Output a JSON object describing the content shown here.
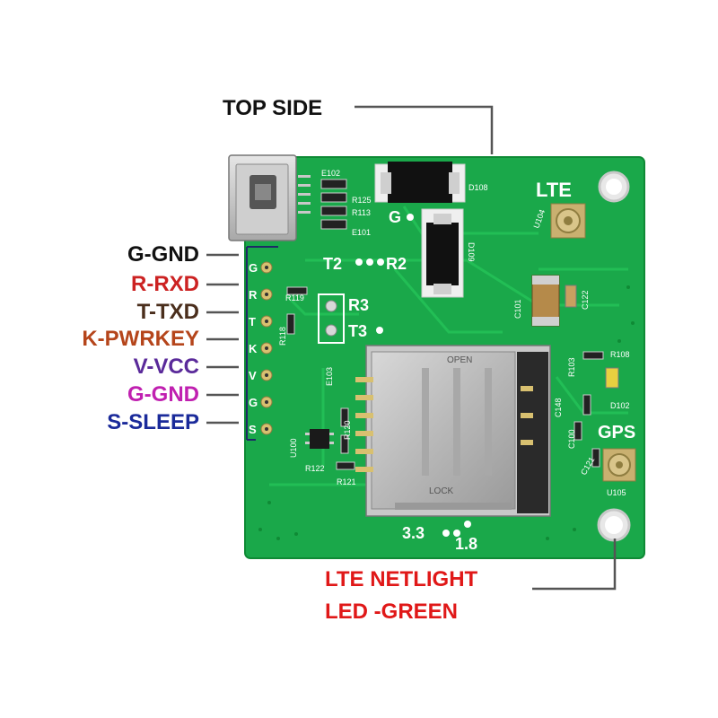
{
  "callouts": {
    "top_side": "TOP SIDE",
    "netlight_line1": "LTE NETLIGHT",
    "netlight_line2": "LED -GREEN"
  },
  "pins": [
    {
      "label": "G-GND",
      "color": "#111111"
    },
    {
      "label": "R-RXD",
      "color": "#cc2222"
    },
    {
      "label": "T-TXD",
      "color": "#4a2e1c"
    },
    {
      "label": "K-PWRKEY",
      "color": "#b5451b"
    },
    {
      "label": "V-VCC",
      "color": "#5a2a9a"
    },
    {
      "label": "G-GND",
      "color": "#c020b0"
    },
    {
      "label": "S-SLEEP",
      "color": "#1a2a9a"
    }
  ],
  "board": {
    "antenna_lte": "LTE",
    "antenna_gps": "GPS",
    "silk_g": "G",
    "silk_t2": "T2",
    "silk_r2": "R2",
    "silk_r3": "R3",
    "silk_t3": "T3",
    "silk_v33": "3.3",
    "silk_v18": "1.8",
    "header_letters": [
      "G",
      "R",
      "T",
      "K",
      "V",
      "G",
      "S"
    ],
    "parts": {
      "e102": "E102",
      "r125": "R125",
      "r113": "R113",
      "e101": "E101",
      "d108": "D108",
      "d109": "D109",
      "u104": "U104",
      "u105": "U105",
      "c101": "C101",
      "c122": "C122",
      "r119": "R119",
      "r118": "R118",
      "r108": "R108",
      "r103": "R103",
      "d102": "D102",
      "c148": "C148",
      "c121": "C121",
      "r120": "R120",
      "r122": "R122",
      "r121": "R121",
      "u100": "U100",
      "e103": "E103",
      "c100": "C100"
    },
    "sim_top": "OPEN",
    "sim_bottom": "LOCK"
  },
  "colors": {
    "pcb": "#1aa84a",
    "pcb_dark": "#118a3a",
    "callout_red": "#e01818",
    "leader": "#555555"
  }
}
